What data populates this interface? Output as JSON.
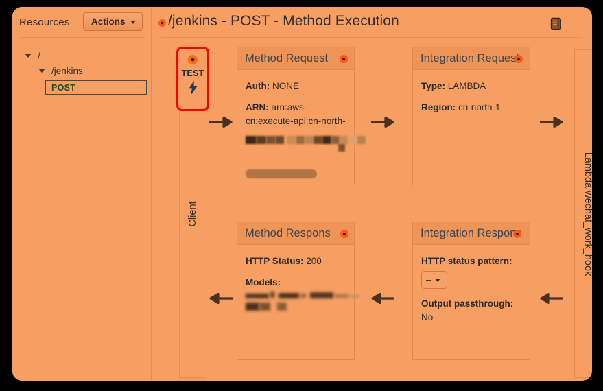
{
  "sidebar": {
    "title": "Resources",
    "actions_label": "Actions",
    "caret_icon": "chevron-down-icon",
    "tree": [
      {
        "label": "/",
        "level": 0,
        "twisty": "triangle-down-icon"
      },
      {
        "label": "/jenkins",
        "level": 1,
        "twisty": "triangle-down-icon"
      }
    ],
    "selected_method": "POST"
  },
  "header": {
    "dot_icon": "orange-dot-icon",
    "title": "/jenkins - POST - Method Execution",
    "docs_icon": "book-icon"
  },
  "diagram": {
    "client_column_label": "Client",
    "lambda_column_label": "Lambda wechat_work_hook",
    "test": {
      "dot_icon": "orange-dot-icon",
      "label": "TEST",
      "bolt_icon": "lightning-bolt-icon"
    },
    "arrows": [
      {
        "name": "arrow-client-to-method-request",
        "direction": "right"
      },
      {
        "name": "arrow-method-request-to-integration-request",
        "direction": "right"
      },
      {
        "name": "arrow-integration-request-to-lambda",
        "direction": "right"
      },
      {
        "name": "arrow-method-response-to-client",
        "direction": "left"
      },
      {
        "name": "arrow-integration-response-to-method-response",
        "direction": "left"
      },
      {
        "name": "arrow-lambda-to-integration-response",
        "direction": "left"
      }
    ],
    "cards": {
      "method_request": {
        "title": "Method Request",
        "dot_icon": "orange-dot-icon",
        "fields": [
          {
            "key": "Auth:",
            "value": "NONE"
          },
          {
            "key": "ARN:",
            "value": "arn:aws-cn:execute-api:cn-north-"
          }
        ],
        "redacted": true
      },
      "integration_request": {
        "title": "Integration Request",
        "dot_icon": "orange-dot-icon",
        "fields": [
          {
            "key": "Type:",
            "value": "LAMBDA"
          },
          {
            "key": "Region:",
            "value": "cn-north-1"
          }
        ],
        "redacted": false
      },
      "method_response": {
        "title": "Method Respons",
        "dot_icon": "orange-dot-icon",
        "fields": [
          {
            "key": "HTTP Status:",
            "value": "200"
          },
          {
            "key": "Models:",
            "value": ""
          }
        ],
        "redacted": true
      },
      "integration_response": {
        "title": "Integration Respons",
        "dot_icon": "orange-dot-icon",
        "status_pattern_label": "HTTP status pattern:",
        "status_pattern_value": "–",
        "output_passthrough_label": "Output passthrough:",
        "output_passthrough_value": "No",
        "chevron_icon": "chevron-down-icon"
      }
    }
  },
  "colors": {
    "background": "#F79F62",
    "card_header": "#EF9457",
    "border": "#DD8A4D",
    "title_text": "#3B4651",
    "body_text": "#2B2B28",
    "accent_dot": "#FF5A10",
    "highlight_red": "#FF0000",
    "method_post": "#1F4D1F",
    "outside": "#000000"
  }
}
